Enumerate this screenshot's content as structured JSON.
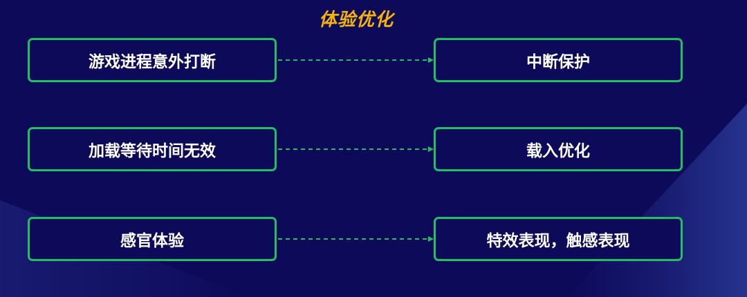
{
  "title": "体验优化",
  "colors": {
    "background": "#0e0a5a",
    "title": "#f5b40c",
    "box_border": "#1fc262",
    "connector": "#1fc262",
    "text": "#ffffff"
  },
  "rows": [
    {
      "problem": "游戏进程意外打断",
      "solution": "中断保护"
    },
    {
      "problem": "加载等待时间无效",
      "solution": "载入优化"
    },
    {
      "problem": "感官体验",
      "solution": "特效表现，触感表现"
    }
  ]
}
